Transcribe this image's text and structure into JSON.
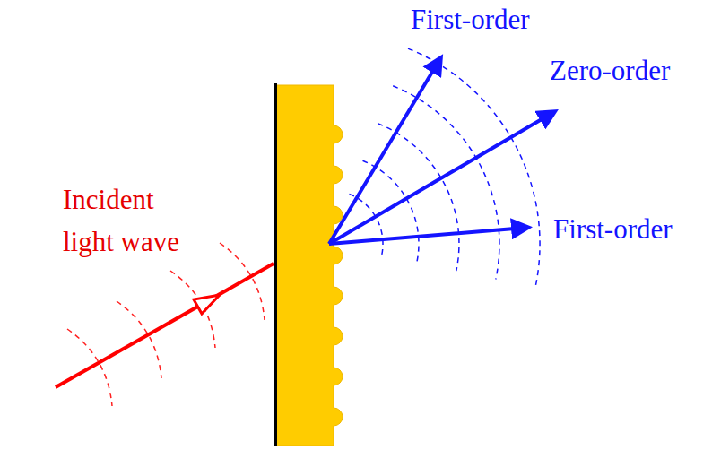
{
  "diagram": {
    "labels": [
      "First-order",
      "Zero-order",
      "First-order",
      "Incident light wave"
    ]
  }
}
